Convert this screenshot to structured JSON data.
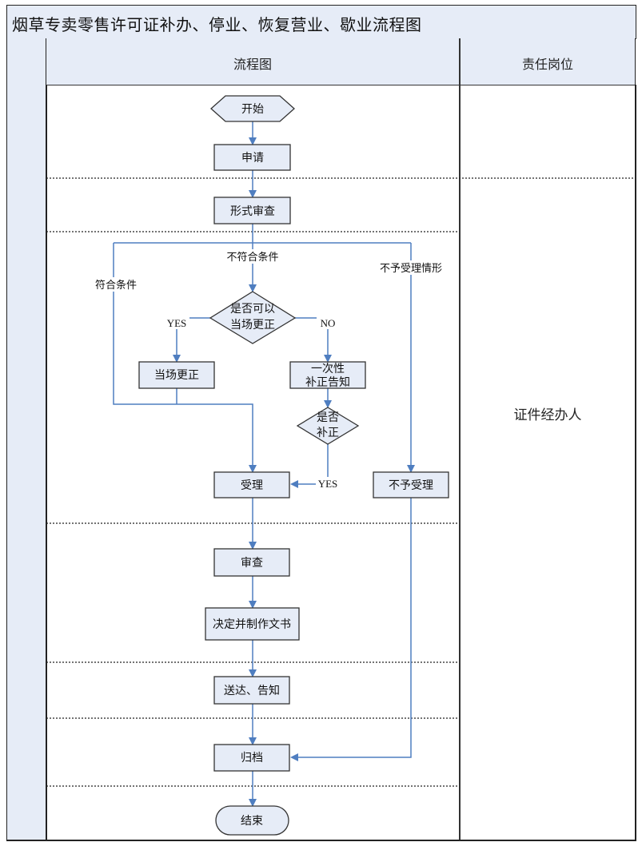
{
  "title": "烟草专卖零售许可证补办、停业、恢复营业、歇业流程图",
  "headers": {
    "flowchart": "流程图",
    "role": "责任岗位"
  },
  "role": "证件经办人",
  "colors": {
    "header_fill": "#e6ecf7",
    "node_fill": "#e6ecf7",
    "node_stroke": "#333333",
    "edge": "#4f7ec0",
    "separator": "#222222"
  },
  "nodes": {
    "start": "开始",
    "apply": "申请",
    "formal_review": "形式审查",
    "can_correct_line1": "是否可以",
    "can_correct_line2": "当场更正",
    "correct_on_spot": "当场更正",
    "notify_line1": "一次性",
    "notify_line2": "补正告知",
    "corrected_line1": "是否",
    "corrected_line2": "补正",
    "accept": "受理",
    "reject": "不予受理",
    "review": "审查",
    "decide": "决定并制作文书",
    "deliver": "送达、告知",
    "archive": "归档",
    "end": "结束"
  },
  "edge_labels": {
    "meets": "符合条件",
    "not_meets": "不符合条件",
    "reject_case": "不予受理情形",
    "yes_left": "YES",
    "no_right": "NO",
    "yes_bottom": "YES"
  }
}
